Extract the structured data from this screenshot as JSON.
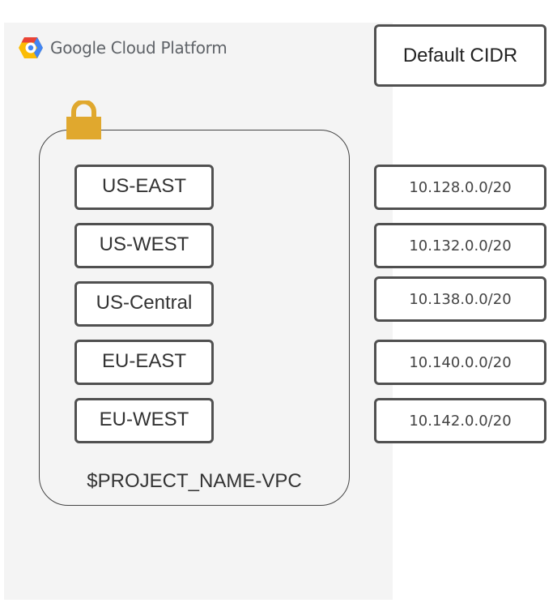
{
  "platform": {
    "name": "Google Cloud Platform",
    "logo_icon": "gcp-hexagon-logo",
    "logo_colors": [
      "#4285F4",
      "#EA4335",
      "#FBBC05"
    ]
  },
  "vpc": {
    "name": "$PROJECT_NAME-VPC",
    "lock_icon": "lock-icon",
    "lock_color": "#E0A82E"
  },
  "cidr_header": "Default CIDR",
  "regions": [
    {
      "name": "US-EAST",
      "cidr": "10.128.0.0/20"
    },
    {
      "name": "US-WEST",
      "cidr": "10.132.0.0/20"
    },
    {
      "name": "US-Central",
      "cidr": "10.138.0.0/20"
    },
    {
      "name": "EU-EAST",
      "cidr": "10.140.0.0/20"
    },
    {
      "name": "EU-WEST",
      "cidr": "10.142.0.0/20"
    }
  ]
}
